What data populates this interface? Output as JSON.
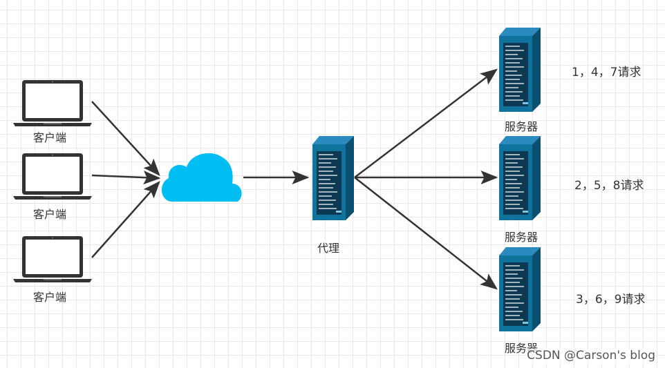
{
  "clients": [
    {
      "label": "客户端"
    },
    {
      "label": "客户端"
    },
    {
      "label": "客户端"
    }
  ],
  "proxy": {
    "label": "代理"
  },
  "servers": [
    {
      "label": "服务器",
      "requests": "1，4，7请求"
    },
    {
      "label": "服务器",
      "requests": "2，5，8请求"
    },
    {
      "label": "服务器",
      "requests": "3，6，9请求"
    }
  ],
  "watermark": "CSDN @Carson's  blog",
  "colors": {
    "cloud": "#00bef2",
    "server_body": "#10739e",
    "server_dark": "#0a4f6e",
    "laptop_frame": "#333333",
    "arrow": "#333333"
  }
}
